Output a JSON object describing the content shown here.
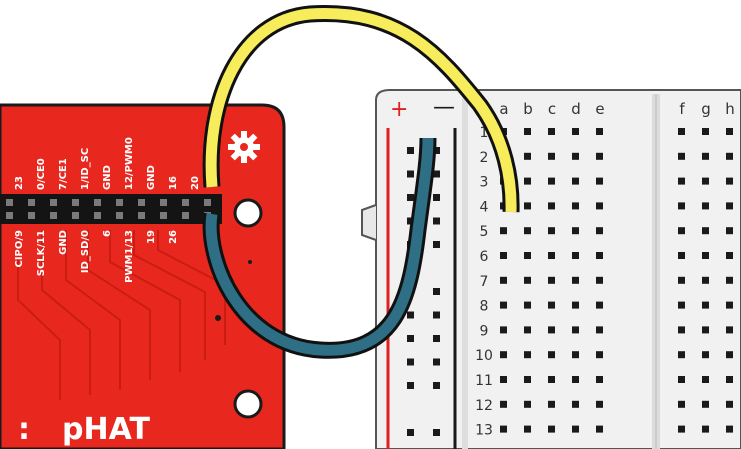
{
  "board": {
    "name_fragment": "pHAT",
    "gear_icon": "gear-icon",
    "top_pin_labels": [
      "23",
      "0/CE0",
      "7/CE1",
      "1/ID_SC",
      "GND",
      "12/PWM0",
      "GND",
      "16",
      "20"
    ],
    "bottom_pin_labels": [
      "CIPO/9",
      "SCLK/11",
      "GND",
      "ID_SD/0",
      "6",
      "PWM1/13",
      "19",
      "26"
    ],
    "colors": {
      "pcb": "#e8281e",
      "header": "#141414",
      "pin": "#7a7a7a"
    }
  },
  "breadboard": {
    "rail_plus": "+",
    "rail_minus": "—",
    "columns_left": [
      "a",
      "b",
      "c",
      "d",
      "e"
    ],
    "columns_right": [
      "f",
      "g",
      "h"
    ],
    "rows": [
      "1",
      "2",
      "3",
      "4",
      "5",
      "6",
      "7",
      "8",
      "9",
      "10",
      "11",
      "12",
      "13"
    ],
    "colors": {
      "body": "#f1f1f1",
      "hole": "#1a1a1a",
      "plus_line": "#e02020",
      "minus_line": "#1a1a1a"
    }
  },
  "wires": [
    {
      "name": "yellow-wire",
      "color": "#f7ec5c"
    },
    {
      "name": "teal-wire",
      "color": "#2f6f86"
    }
  ]
}
